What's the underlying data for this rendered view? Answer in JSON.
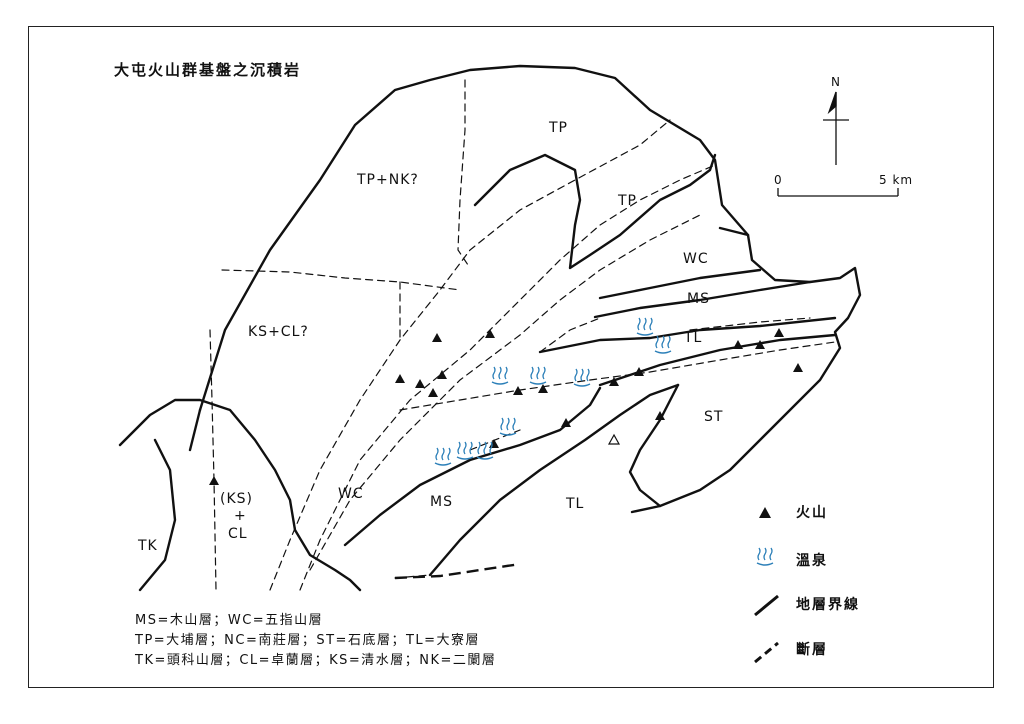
{
  "map": {
    "title": "大屯火山群基盤之沉積岩",
    "north_label": "N",
    "scale_labels": [
      "0",
      "5 km"
    ],
    "unit_labels": {
      "tp_top": "TP",
      "tp_nk": "TP+NK?",
      "tp_mid": "TP",
      "wc_right": "WC",
      "ms_right": "MS",
      "tl_right": "TL",
      "ks_cl": "KS+CL?",
      "st": "ST",
      "ks_paren": "(KS)",
      "plus": "+",
      "cl": "CL",
      "tk": "TK",
      "wc_left": "WC",
      "ms_left": "MS",
      "tl_left": "TL"
    },
    "abbreviations": [
      "MS=木山層；WC=五指山層",
      "TP=大埔層；NC=南莊層；ST=石底層；TL=大寮層",
      "TK=頭科山層；CL=卓蘭層；KS=清水層；NK=二闌層"
    ],
    "legend": {
      "volcano": "火山",
      "hot_spring": "溫泉",
      "boundary": "地層界線",
      "fault": "斷層"
    },
    "colors": {
      "hot_spring": "#2b7fb8",
      "ink": "#111111"
    }
  }
}
